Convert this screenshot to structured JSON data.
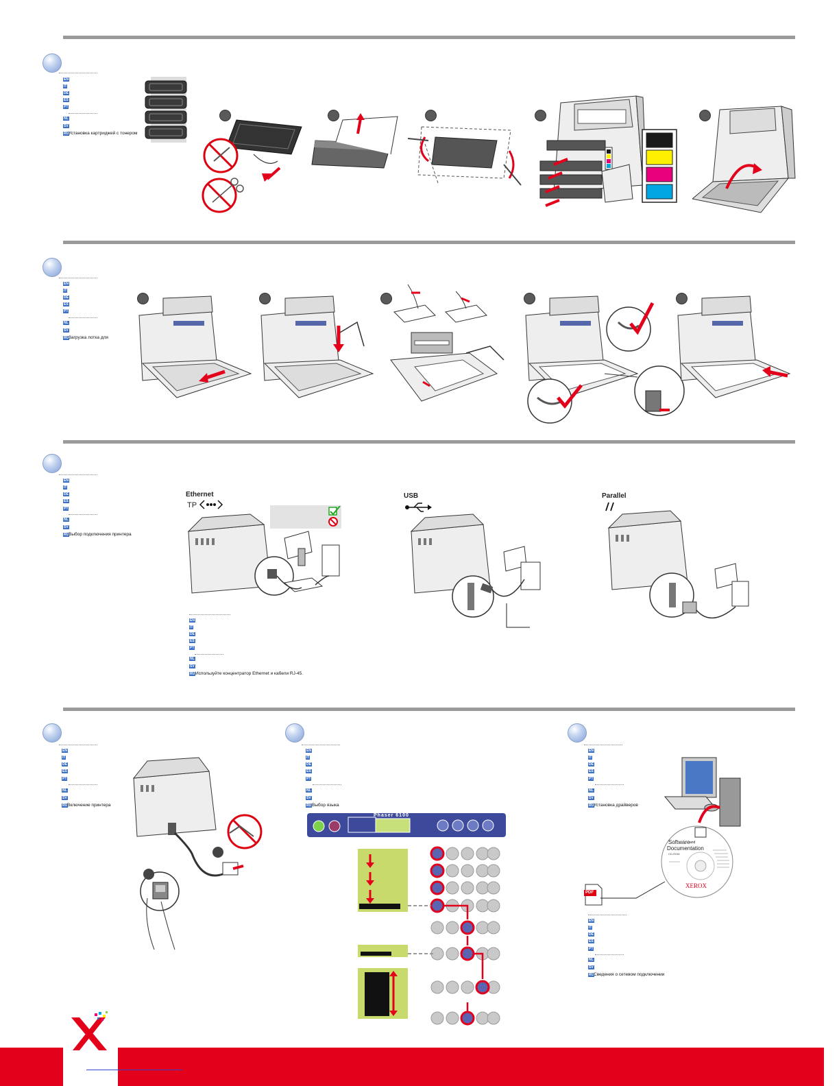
{
  "sections": {
    "toner": {
      "ru_text": "Установка картриджей с тонером"
    },
    "paper": {
      "ru_text": "Загрузка лотка для"
    },
    "connection": {
      "ru_text": "Выбор подключения принтера",
      "ethernet_label": "Ethernet",
      "tp_label": "TP",
      "usb_label": "USB",
      "parallel_label": "Parallel",
      "ethernet_note_ru": "Используйте концентратор Ethernet и кабели RJ-45."
    },
    "power": {
      "ru_text": "Включение принтера"
    },
    "language": {
      "ru_text": "Выбор языка",
      "panel_model": "Phaser 6100"
    },
    "drivers": {
      "ru_text": "Установка драйверов",
      "cd_title_1": "Software",
      "cd_title_and": "and",
      "cd_title_2": "Documentation",
      "cd_sub": "CD-ROM",
      "cd_brand": "XEROX",
      "pdf_label": "PDF",
      "ru_text_2": "Сведения о сетевом подключении"
    }
  },
  "lang_codes": [
    "EN",
    "IT",
    "DE",
    "ES",
    "PT",
    "NL",
    "SV",
    "RU"
  ],
  "toner_colors": [
    "#1a1a1a",
    "#ffef00",
    "#e8007d",
    "#00a6e0"
  ],
  "brand_colors": {
    "accent_red": "#e3001b",
    "section_rule": "#9a9a9a"
  }
}
